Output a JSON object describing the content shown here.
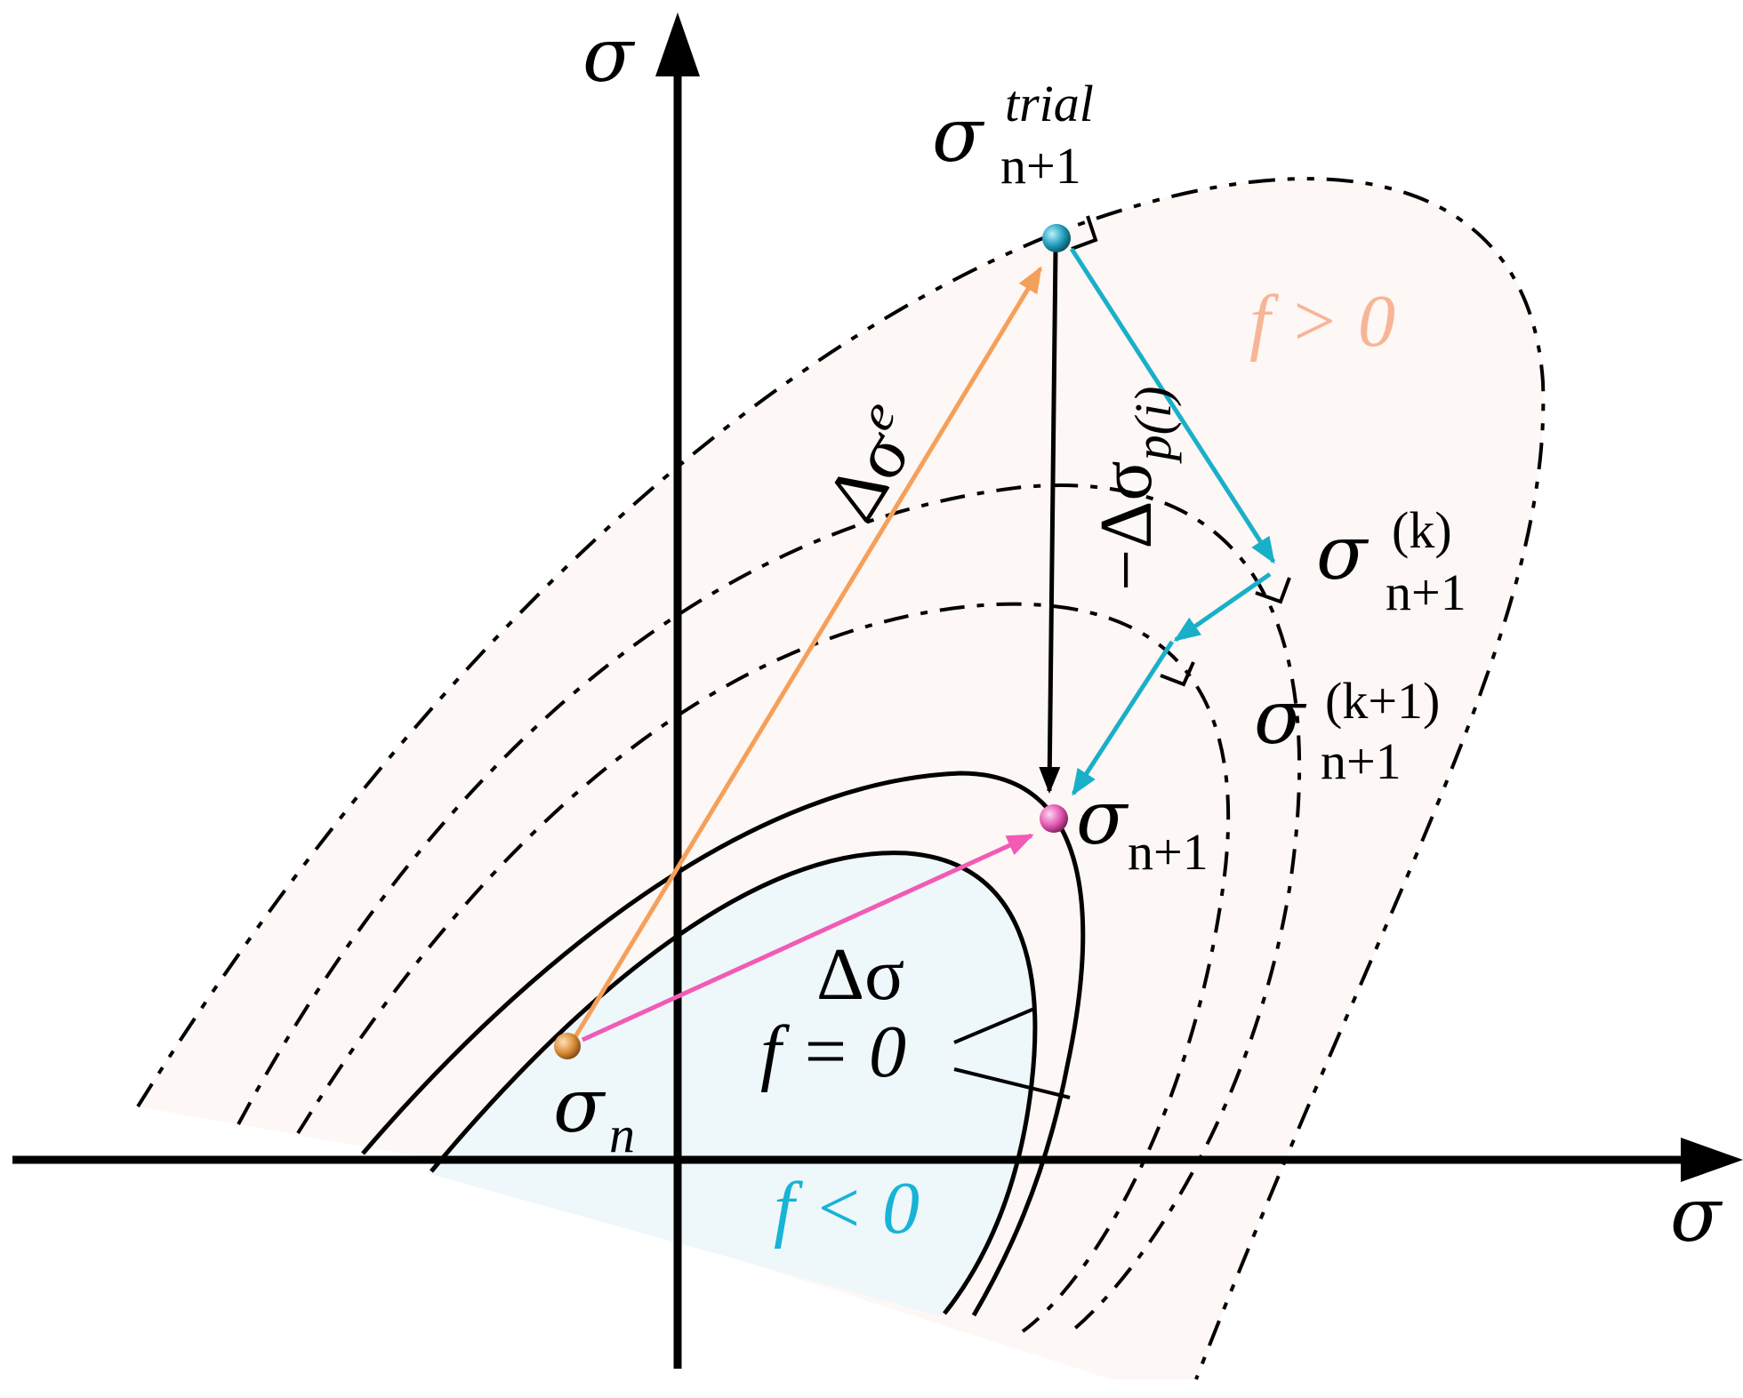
{
  "axes": {
    "vertical_label": "σ",
    "horizontal_label": "σ"
  },
  "regions": {
    "inside_label": "f < 0",
    "outside_label": "f > 0",
    "surface_label": "f = 0"
  },
  "points": {
    "sigma_n": {
      "symbol": "σ",
      "subscript": "n"
    },
    "sigma_trial": {
      "symbol": "σ",
      "superscript": "trial",
      "subscript": "n+1"
    },
    "sigma_k": {
      "symbol": "σ",
      "superscript": "(k)",
      "subscript": "n+1"
    },
    "sigma_k1": {
      "symbol": "σ",
      "superscript": "(k+1)",
      "subscript": "n+1"
    },
    "sigma_n1": {
      "symbol": "σ",
      "subscript": "n+1"
    }
  },
  "vectors": {
    "elastic_increment": "Δσ",
    "elastic_superscript": "e",
    "total_increment": "Δσ",
    "plastic_correction": "−Δσ",
    "plastic_subscript": "p(i)"
  },
  "colors": {
    "elastic_arrow": "#F5A05A",
    "total_arrow": "#F15BB5",
    "return_arrow": "#1AAFC9",
    "inside_fill": "#EEF7FA",
    "outside_fill": "#FDF7F5",
    "outside_label": "#F7B597",
    "inside_label": "#18B3D6",
    "sigma_n_dot": "#D98A35",
    "sigma_trial_dot": "#1E9BB8",
    "sigma_n1_dot": "#E055B0"
  }
}
